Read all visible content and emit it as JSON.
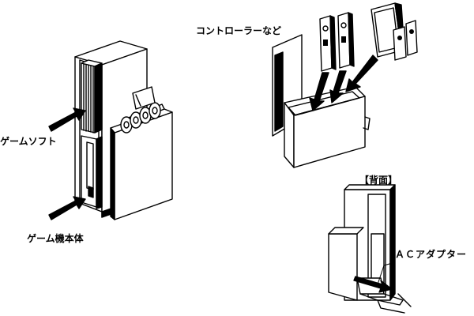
{
  "labels": {
    "controllers": "コントローラーなど",
    "game_software": "ゲームソフト",
    "game_console": "ゲーム機本体",
    "back_view": "【背面】",
    "ac_adapter": "ＡＣアダプター"
  }
}
